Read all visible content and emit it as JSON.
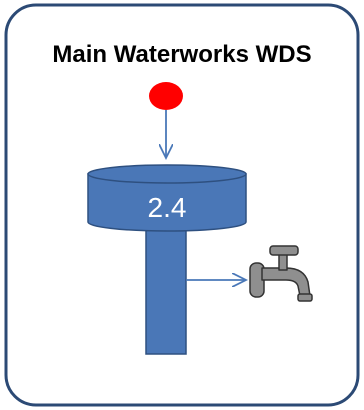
{
  "diagram": {
    "title": "Main Waterworks WDS",
    "tank_value": "2.4"
  },
  "colors": {
    "frame_stroke": "#2c4a75",
    "tank_fill": "#4a77b7",
    "tank_stroke": "#2e5080",
    "source_dot": "#ff0000",
    "arrow": "#4a78b8",
    "tap_fill": "#8f8f8f",
    "tap_stroke": "#333333"
  },
  "icons": {
    "source": "source-node",
    "output": "water-tap-icon"
  }
}
